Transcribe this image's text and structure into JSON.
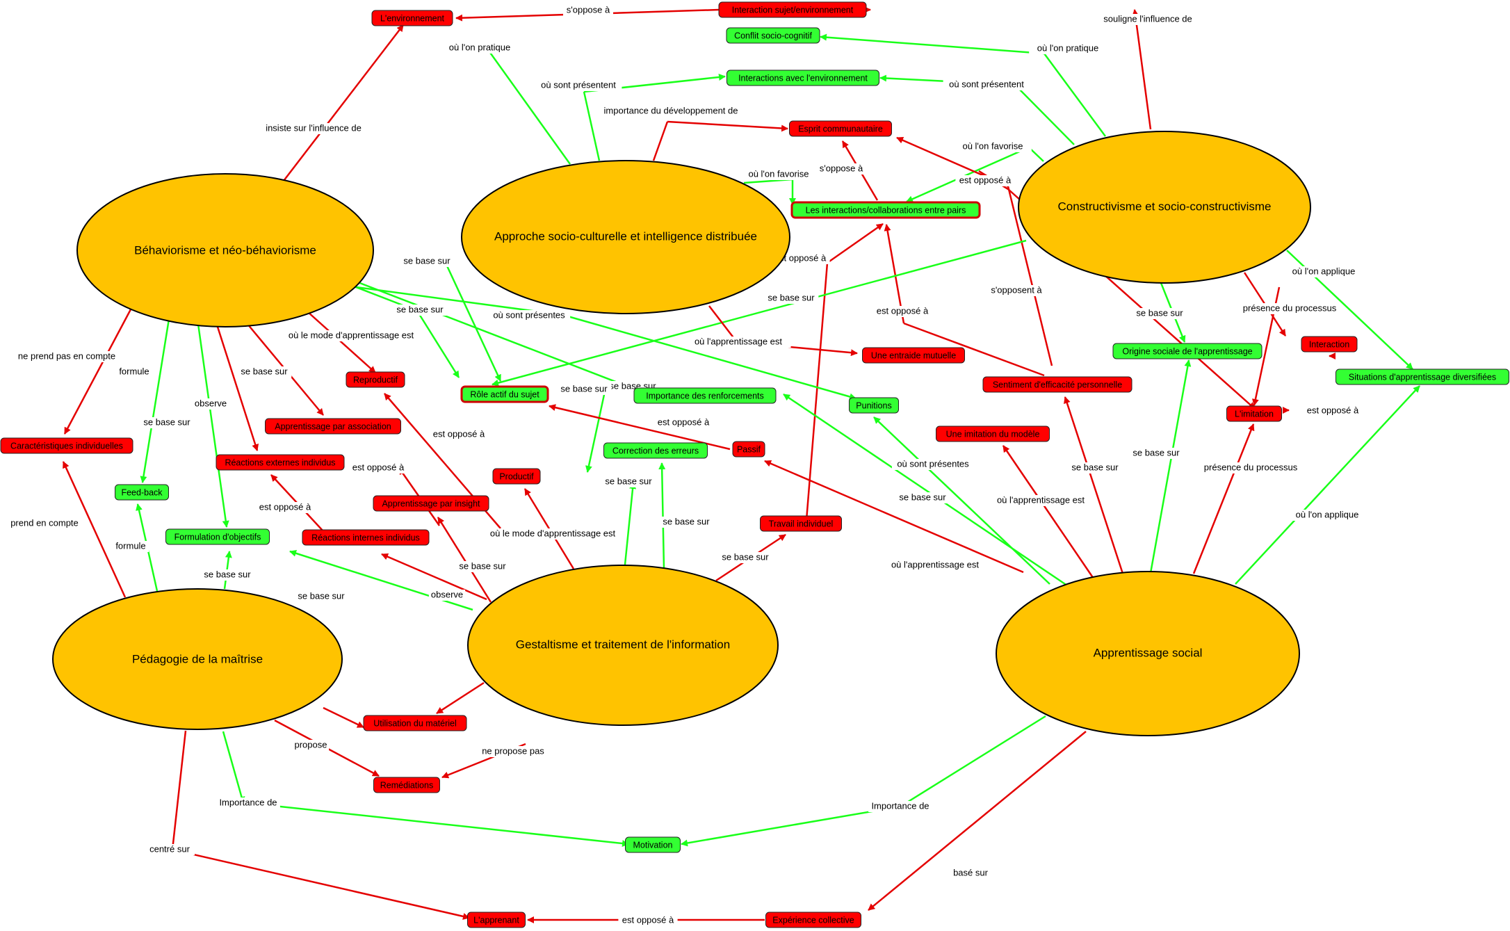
{
  "colors": {
    "red": "#E40000",
    "green": "#19FF19",
    "ellipse": "#FFC300",
    "red_box": "#FF0000",
    "green_box": "#33FF33"
  },
  "theories": {
    "behaviorisme": "Béhaviorisme et néo-béhaviorisme",
    "socioculturelle": "Approche socio-culturelle et intelligence distribuée",
    "constructivisme": "Constructivisme et socio-constructivisme",
    "maitrise": "Pédagogie de la maîtrise",
    "gestaltisme": "Gestaltisme et traitement de l'information",
    "social": "Apprentissage social"
  },
  "concepts": {
    "environnement": "L'environnement",
    "interaction_sujet": "Interaction sujet/environnement",
    "conflit": "Conflit socio-cognitif",
    "interactions_env": "Interactions avec l'environnement",
    "esprit": "Esprit communautaire",
    "interactions_pairs": "Les interactions/collaborations entre pairs",
    "reproductif": "Reproductif",
    "role_actif": "Rôle actif du sujet",
    "renforcements": "Importance des renforcements",
    "punitions": "Punitions",
    "entraide": "Une entraide mutuelle",
    "sentiment": "Sentiment d'efficacité personnelle",
    "origine": "Origine sociale de l'apprentissage",
    "interaction": "Interaction",
    "situations": "Situations d'apprentissage diversifiées",
    "caracteristiques": "Caractéristiques individuelles",
    "app_association": "Apprentissage par association",
    "reactions_externes": "Réactions externes individus",
    "passif": "Passif",
    "correction": "Correction des erreurs",
    "imitation_modele": "Une imitation du modèle",
    "limitation": "L'imitation",
    "productif": "Productif",
    "feedback": "Feed-back",
    "app_insight": "Apprentissage par insight",
    "travail": "Travail individuel",
    "formulation": "Formulation d'objectifs",
    "reactions_internes": "Réactions internes individus",
    "utilisation": "Utilisation du matériel",
    "remediations": "Remédiations",
    "motivation": "Motivation",
    "apprenant": "L'apprenant",
    "experience": "Expérience collective"
  },
  "edge_labels": {
    "s_oppose_a": "s'oppose à",
    "souligne": "souligne l'influence de",
    "ou_pratique": "où l'on pratique",
    "ou_sont_presentent": "où sont présentent",
    "importance_dev": "importance du développement de",
    "ou_favorise": "où l'on favorise",
    "est_oppose_a": "est opposé à",
    "insiste": "insiste sur l'influence de",
    "se_base_sur": "se base sur",
    "ou_applique": "où l'on applique",
    "s_opposent_a": "s'opposent à",
    "presence_processus": "présence du processus",
    "ou_sont_presentes": "où sont présentes",
    "ou_mode": "où le mode d'apprentissage est",
    "ou_apprentissage_est": "où l'apprentissage est",
    "ne_prend_pas": "ne prend pas en compte",
    "formule": "formule",
    "observe": "observe",
    "prend_en_compte": "prend en compte",
    "propose": "propose",
    "ne_propose_pas": "ne propose pas",
    "importance_de": "Importance de",
    "centre_sur": "centré sur",
    "base_sur": "basé sur"
  }
}
